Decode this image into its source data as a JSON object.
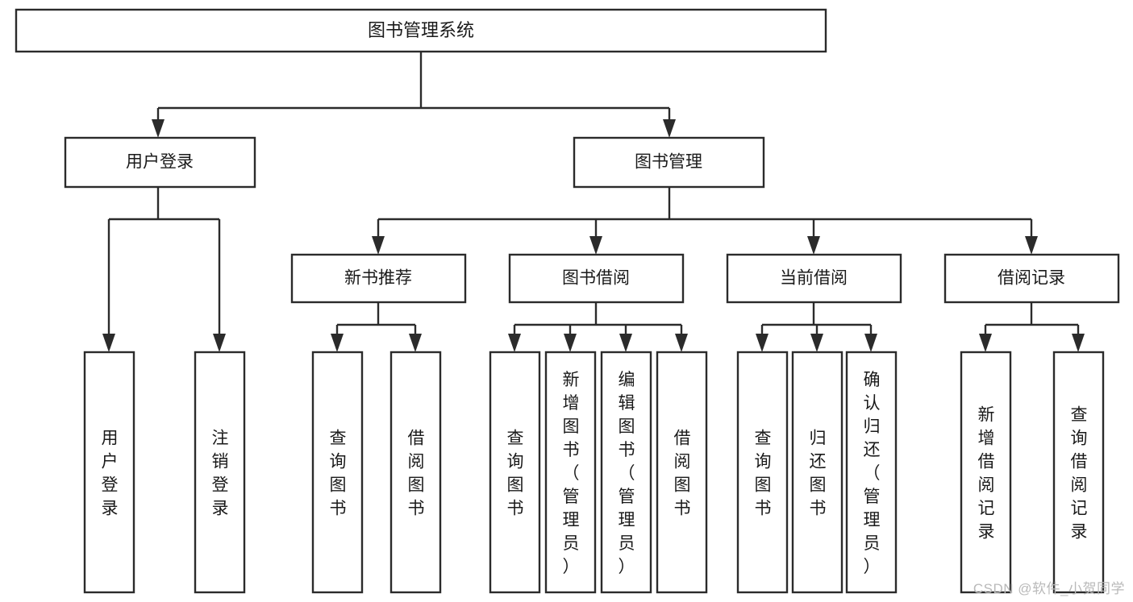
{
  "diagram": {
    "type": "tree",
    "orientation": "top-down",
    "root": {
      "id": "root",
      "label": "图书管理系统"
    },
    "level2": [
      {
        "id": "user-login",
        "label": "用户登录"
      },
      {
        "id": "book-manage",
        "label": "图书管理"
      }
    ],
    "level3": [
      {
        "id": "new-book-recommend",
        "label": "新书推荐",
        "parent": "book-manage"
      },
      {
        "id": "book-borrow",
        "label": "图书借阅",
        "parent": "book-manage"
      },
      {
        "id": "current-borrow",
        "label": "当前借阅",
        "parent": "book-manage"
      },
      {
        "id": "borrow-record",
        "label": "借阅记录",
        "parent": "book-manage"
      }
    ],
    "leaves": [
      {
        "id": "leaf-user-login",
        "label": "用户登录",
        "parent": "user-login"
      },
      {
        "id": "leaf-logout-login",
        "label": "注销登录",
        "parent": "user-login"
      },
      {
        "id": "leaf-query-book-1",
        "label": "查询图书",
        "parent": "new-book-recommend"
      },
      {
        "id": "leaf-borrow-book-1",
        "label": "借阅图书",
        "parent": "new-book-recommend"
      },
      {
        "id": "leaf-query-book-2",
        "label": "查询图书",
        "parent": "book-borrow"
      },
      {
        "id": "leaf-add-book",
        "label": "新增图书（管理员）",
        "parent": "book-borrow"
      },
      {
        "id": "leaf-edit-book",
        "label": "编辑图书（管理员）",
        "parent": "book-borrow"
      },
      {
        "id": "leaf-borrow-book-2",
        "label": "借阅图书",
        "parent": "book-borrow"
      },
      {
        "id": "leaf-query-book-3",
        "label": "查询图书",
        "parent": "current-borrow"
      },
      {
        "id": "leaf-return-book",
        "label": "归还图书",
        "parent": "current-borrow"
      },
      {
        "id": "leaf-confirm-return",
        "label": "确认归还（管理员）",
        "parent": "current-borrow"
      },
      {
        "id": "leaf-add-record",
        "label": "新增借阅记录",
        "parent": "borrow-record"
      },
      {
        "id": "leaf-query-record",
        "label": "查询借阅记录",
        "parent": "borrow-record"
      }
    ],
    "colors": {
      "box_fill": "#ffffff",
      "box_stroke": "#2b2b2b",
      "text": "#1a1a1a",
      "watermark": "#b9b9b9",
      "background": "#ffffff"
    }
  },
  "watermark": {
    "text": "CSDN @软件_小贺同学"
  }
}
